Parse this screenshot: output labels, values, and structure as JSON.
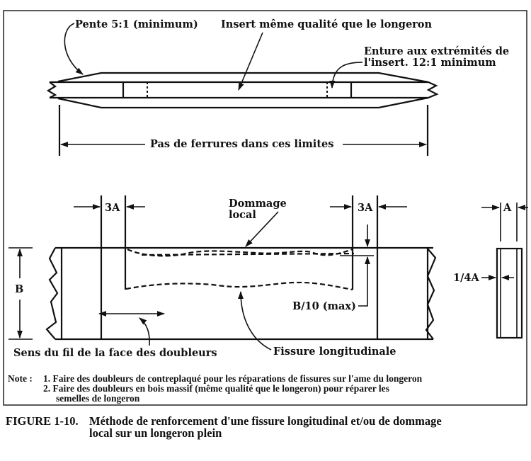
{
  "figure": {
    "top_view": {
      "labels": {
        "slope": "Pente 5:1 (minimum)",
        "insert": "Insert même qualité que le longeron",
        "scarf_line1": "Enture aux extrémités de",
        "scarf_line2": "l'insert. 12:1 minimum",
        "no_fittings": "Pas de ferrures dans ces limites"
      }
    },
    "side_view": {
      "labels": {
        "dim_3a_left": "3A",
        "dim_3a_right": "3A",
        "local_damage_line1": "Dommage",
        "local_damage_line2": "local",
        "dim_b": "B",
        "dim_b10": "B/10 (max)",
        "grain_direction": "Sens du fil de la face des doubleurs",
        "longitudinal_crack": "Fissure longitudinale"
      }
    },
    "section_view": {
      "labels": {
        "dim_a": "A",
        "dim_quarter_a": "1/4A"
      }
    },
    "notes": {
      "prefix": "Note :",
      "items": [
        "1. Faire des doubleurs de contreplaqué pour les réparations de fissures sur l'ame du longeron",
        "2. Faire des doubleurs en bois massif (même qualité que le longeron) pour réparer les",
        "semelles de longeron"
      ]
    }
  },
  "caption": {
    "number": "FIGURE 1-10.",
    "line1": "Méthode de renforcement d'une fissure longitudinal et/ou de dommage",
    "line2": "local sur un longeron plein"
  }
}
